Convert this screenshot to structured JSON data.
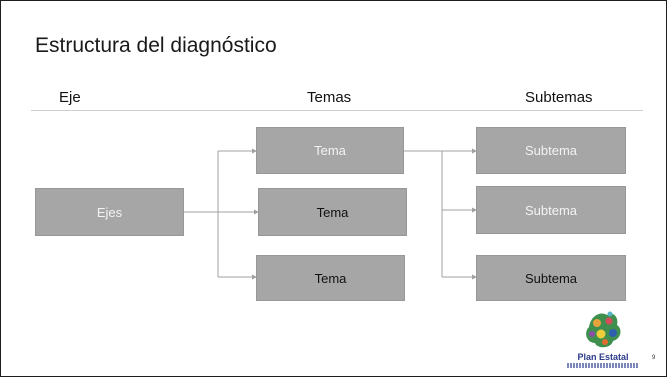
{
  "slide": {
    "title": "Estructura del diagnóstico",
    "page_number": "9"
  },
  "columns": {
    "eje": "Eje",
    "temas": "Temas",
    "subtemas": "Subtemas"
  },
  "nodes": {
    "ejes": "Ejes",
    "temas": [
      "Tema",
      "Tema",
      "Tema"
    ],
    "subtemas": [
      "Subtema",
      "Subtema",
      "Subtema"
    ]
  },
  "logo": {
    "name": "Plan Estatal",
    "icon": "plan-estatal-emblem"
  },
  "colors": {
    "box_fill": "#a6a6a6",
    "connector": "#a0a0a0",
    "logo_text": "#2b3a8c"
  }
}
